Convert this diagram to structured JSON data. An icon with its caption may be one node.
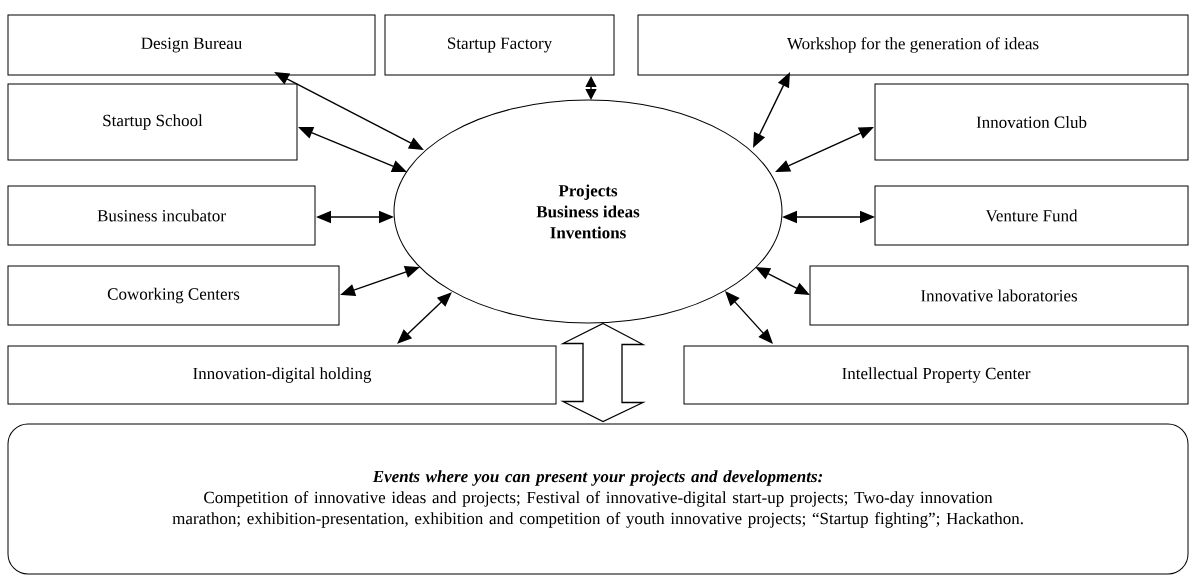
{
  "diagram": {
    "nodes": [
      {
        "text": [
          "Design Bureau"
        ]
      },
      {
        "text": [
          "Startup Factory"
        ]
      },
      {
        "text": [
          "Workshop for the generation of ideas"
        ]
      },
      {
        "text": [
          "Startup School"
        ]
      },
      {
        "text": [
          "Projects",
          "Business ideas",
          "Inventions"
        ]
      },
      {
        "text": [
          "Innovation Club"
        ]
      },
      {
        "text": [
          "Business incubator"
        ]
      },
      {
        "text": [
          "Venture Fund"
        ]
      },
      {
        "text": [
          "Coworking Centers"
        ]
      },
      {
        "text": [
          "Innovative laboratories"
        ]
      },
      {
        "text": [
          "Innovation-digital holding"
        ]
      },
      {
        "text": [
          "Intellectual Property Center"
        ]
      },
      {
        "text": [
          "Events where you can present your projects and developments:",
          "Competition of innovative ideas and projects; Festival of innovative-digital start-up projects; Two-day innovation marathon; exhibition-presentation, exhibition and competition of youth innovative projects; “Startup fighting”; Hackathon."
        ]
      }
    ],
    "edges": [
      {
        "from": 0,
        "to": 4,
        "arrow": "both"
      },
      {
        "from": 1,
        "to": 4,
        "arrow": "both"
      },
      {
        "from": 2,
        "to": 4,
        "arrow": "both"
      },
      {
        "from": 3,
        "to": 4,
        "arrow": "both"
      },
      {
        "from": 6,
        "to": 4,
        "arrow": "both"
      },
      {
        "from": 8,
        "to": 4,
        "arrow": "both"
      },
      {
        "from": 10,
        "to": 4,
        "arrow": "both"
      },
      {
        "from": 5,
        "to": 4,
        "arrow": "both"
      },
      {
        "from": 7,
        "to": 4,
        "arrow": "both"
      },
      {
        "from": 9,
        "to": 4,
        "arrow": "both"
      },
      {
        "from": 11,
        "to": 4,
        "arrow": "both"
      },
      {
        "from": 4,
        "to": 12,
        "arrow": "both",
        "style": "thick"
      }
    ]
  }
}
